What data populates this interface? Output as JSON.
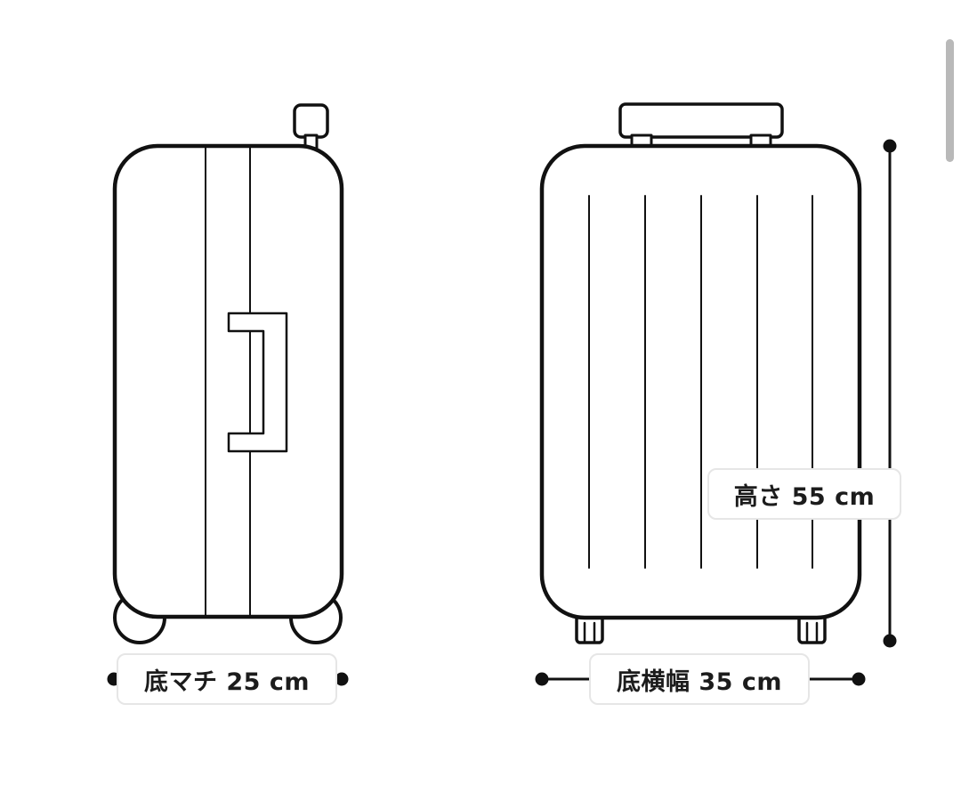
{
  "dimensions": {
    "depth": {
      "label": "底マチ",
      "value": 25,
      "unit": "cm",
      "text": "底マチ 25 cm"
    },
    "width": {
      "label": "底横幅",
      "value": 35,
      "unit": "cm",
      "text": "底横幅 35 cm"
    },
    "height": {
      "label": "高さ",
      "value": 55,
      "unit": "cm",
      "text": "高さ 55 cm"
    }
  },
  "colors": {
    "line": "#111111",
    "background": "#ffffff",
    "label_border": "#e6e6e6",
    "scrollbar": "#b9b9b9"
  }
}
